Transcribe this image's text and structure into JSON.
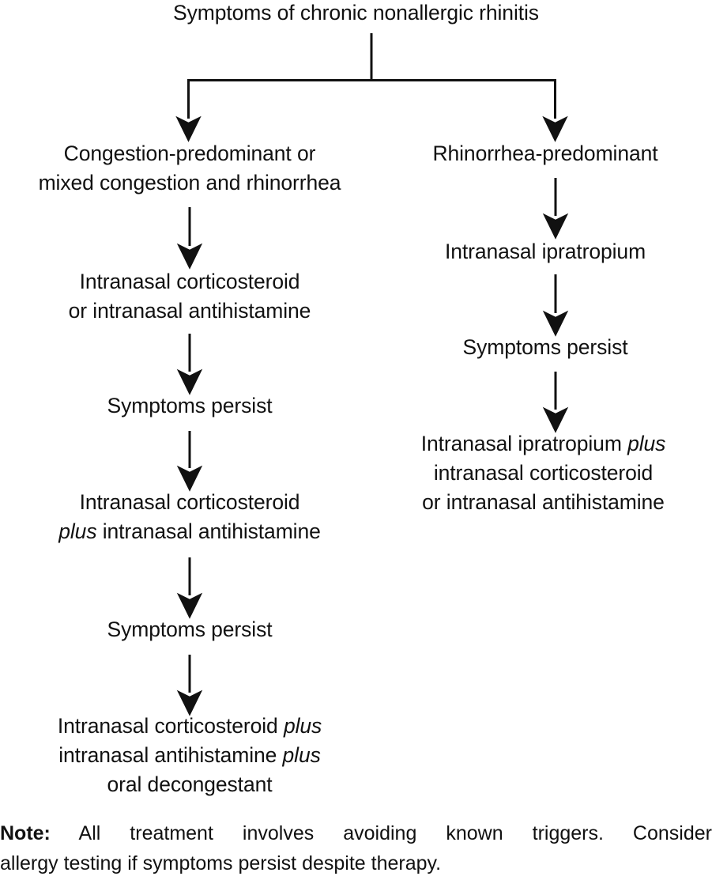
{
  "diagram": {
    "title": "Symptoms of chronic nonallergic rhinitis",
    "left_branch": {
      "label": "Congestion-predominant or\nmixed congestion and rhinorrhea",
      "steps": [
        "Intranasal corticosteroid\nor intranasal antihistamine",
        "Symptoms persist",
        "Intranasal corticosteroid\nplus intranasal antihistamine",
        "Symptoms persist",
        "Intranasal corticosteroid plus\nintranasal antihistamine plus\noral decongestant"
      ]
    },
    "right_branch": {
      "label": "Rhinorrhea-predominant",
      "steps": [
        "Intranasal ipratropium",
        "Symptoms persist",
        "Intranasal ipratropium plus\nintranasal corticosteroid\nor intranasal antihistamine"
      ]
    }
  },
  "note": {
    "label": "Note:",
    "line_1": "All treatment involves avoiding known triggers. Consider",
    "line_2": "allergy testing if symptoms persist despite therapy."
  },
  "colors": {
    "ink": "#111111",
    "background": "#ffffff"
  }
}
